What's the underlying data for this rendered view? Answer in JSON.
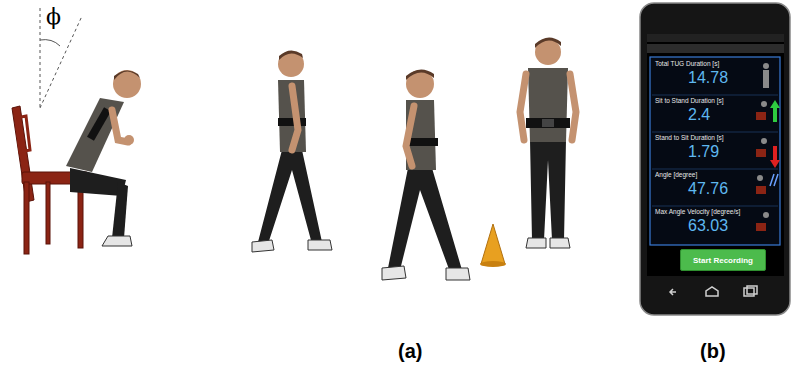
{
  "diagram": {
    "nodes": [
      {
        "text": [
          "Total TUG Duration [s]",
          "14.78"
        ]
      },
      {
        "text": [
          "Sit to Stand Duration [s]",
          "2.4"
        ]
      },
      {
        "text": [
          "Stand to Sit Duration [s]",
          "1.79"
        ]
      },
      {
        "text": [
          "Angle [degree]",
          "47.76"
        ]
      },
      {
        "text": [
          "Max Angle Velocity [degree/s]",
          "63.03"
        ]
      },
      {
        "text": [
          "Start Recording"
        ]
      }
    ],
    "labels": [
      "ϕ",
      "(a)",
      "(b)"
    ]
  }
}
